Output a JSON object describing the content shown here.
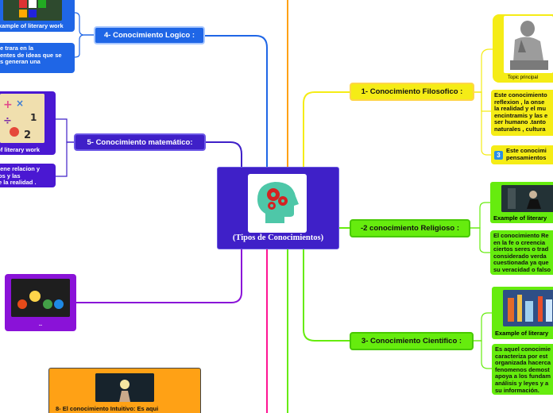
{
  "central": {
    "title": "(Tipos de Conocimientos)",
    "icon": "head-gears-icon"
  },
  "branches": {
    "filosofico": {
      "title": "1- Conocimiento Filosofico :",
      "image_caption": "Topic principal",
      "text": "Este conocimiento se basa en la reflexion , la onservacion de la realidad y el mundo que encintramis y las experiencias del ser humano .tanto en fenomenos naturales , culturales",
      "text_display": [
        "Este conocimiento",
        "reflexion , la onse",
        "la realidad y el mu",
        "encintramis y las e",
        "ser humano .tanto",
        "naturales , cultura"
      ],
      "note_badge": "3",
      "note_text": [
        "Este conocimi",
        "pensamientos"
      ]
    },
    "religioso": {
      "title": "-2 conocimiento Religioso :",
      "image_caption": "Example of literary",
      "text_display": [
        "El conocimiento Re",
        "en la fe o creencia",
        "ciertos seres o trad",
        "considerado verda",
        "cuestionada ya que",
        "su veracidad o falso"
      ]
    },
    "cientifico": {
      "title": "3- Conocimiento Cientifico :",
      "image_caption": "Example of literary",
      "text_display": [
        "Es aquel conocimie",
        "caracteriza por est",
        "organizada hacerca",
        "fenomenos demost",
        "apoya a los fundam",
        "análisis y leyes y a",
        "su información."
      ]
    },
    "logico": {
      "title": "4- Conocimiento Logico :",
      "image_caption": "xample of literary work",
      "text_display": [
        "e trara en la",
        "entes de ideas que se",
        "s generan una"
      ]
    },
    "matematico": {
      "title": "5- Conocimiento matemático:",
      "image_caption": "e of literary work",
      "text_display": [
        "iene relacion y",
        "os y las",
        "e la realidad ."
      ]
    },
    "sixth": {
      "caption": ".."
    },
    "intuitivo": {
      "title": "8- El conocimiento Intuitivo: Es aqui"
    }
  },
  "colors": {
    "central": "#3f20c8",
    "blue_branch": "#1f66e6",
    "yellow_branch": "#f5ec16",
    "green_branch": "#66ec0e",
    "purple_branch": "#5b0ad9",
    "magenta_branch": "#8a12d8",
    "orange_branch": "#ffa115"
  }
}
